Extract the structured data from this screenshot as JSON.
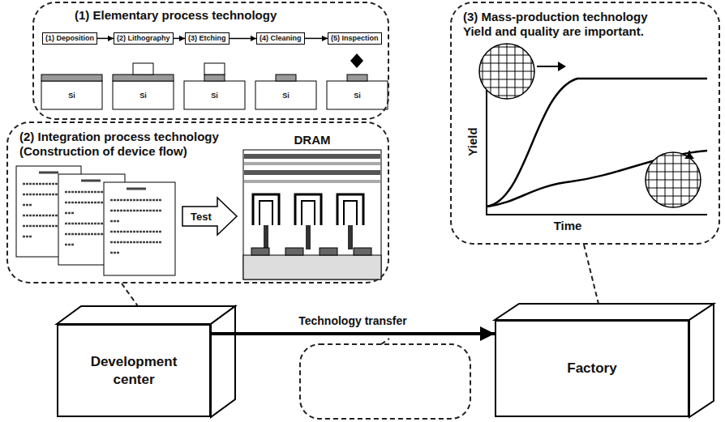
{
  "diagram": {
    "nodes": [
      {
        "text": [
          "(1) Elementary process technology"
        ]
      },
      {
        "text": [
          "(1) Deposition"
        ],
        "in": 0
      },
      {
        "text": [
          "(2) Lithography"
        ],
        "in": 0
      },
      {
        "text": [
          "(3) Etching"
        ],
        "in": 0
      },
      {
        "text": [
          "(4) Cleaning"
        ],
        "in": 0
      },
      {
        "text": [
          "(5) Inspection"
        ],
        "in": 0
      },
      {
        "text": [
          "(2) Integration process technology (Construction of device flow)"
        ]
      },
      {
        "text": [
          "(3) Mass-production technology Yield and quality are important."
        ]
      },
      {
        "text": [
          "Development center"
        ]
      },
      {
        "text": [
          "Factory"
        ]
      }
    ],
    "edges": [
      {
        "from": 1,
        "to": 2,
        "arrow": "to"
      },
      {
        "from": 2,
        "to": 3,
        "arrow": "to"
      },
      {
        "from": 3,
        "to": 4,
        "arrow": "to"
      },
      {
        "from": 4,
        "to": 5,
        "arrow": "to"
      },
      {
        "from": 8,
        "to": 9,
        "label": "Technology transfer",
        "arrow": "to"
      }
    ],
    "labels": [
      "Si",
      "Si",
      "Si",
      "Si",
      "Si",
      "Test",
      "DRAM",
      "Yield",
      "Time"
    ]
  }
}
